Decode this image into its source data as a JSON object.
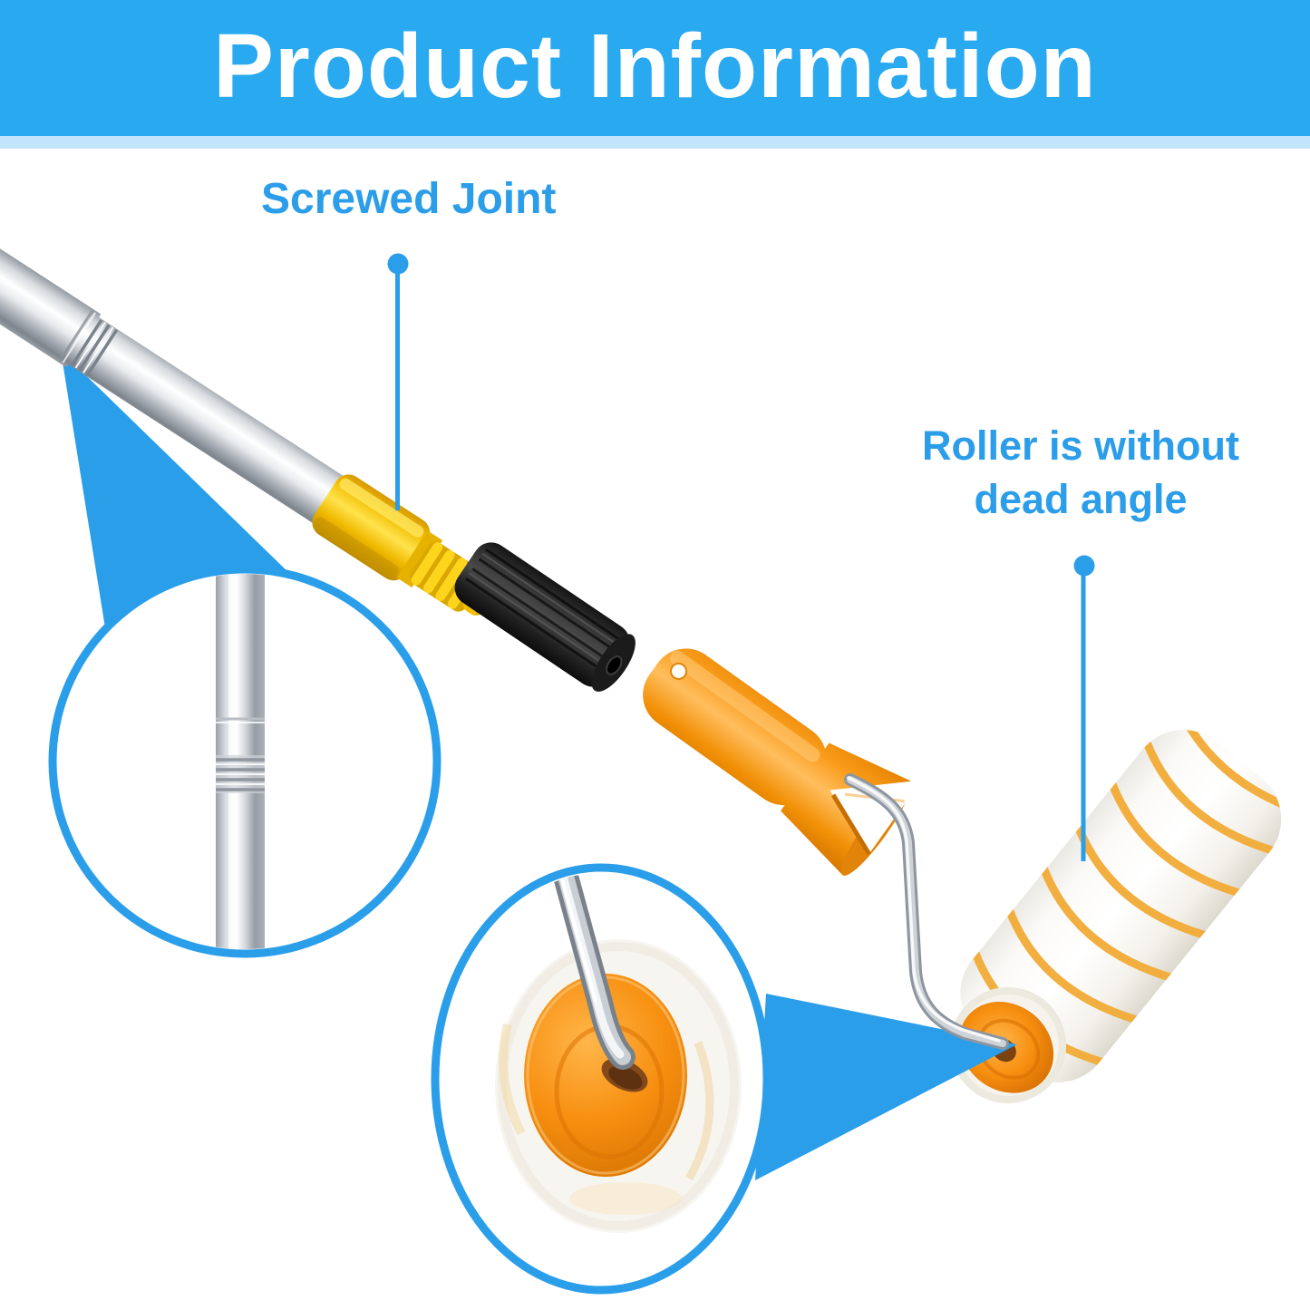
{
  "header": {
    "title": "Product Information"
  },
  "callouts": {
    "screwed_joint": "Screwed Joint",
    "roller_line1": "Roller is without",
    "roller_line2": "dead angle"
  },
  "colors": {
    "banner": "#29A9F0",
    "banner_strip": "#C3E5FB",
    "label_text": "#2B9DE9",
    "callout": "#2B9EEA",
    "pole_yellow": "#F7C900",
    "handle_orange": "#F89B1C",
    "roller_stripe": "#F1AB36"
  },
  "figures": {
    "left_magnifier": "pole-joint-detail",
    "bottom_magnifier": "roller-end-detail"
  }
}
